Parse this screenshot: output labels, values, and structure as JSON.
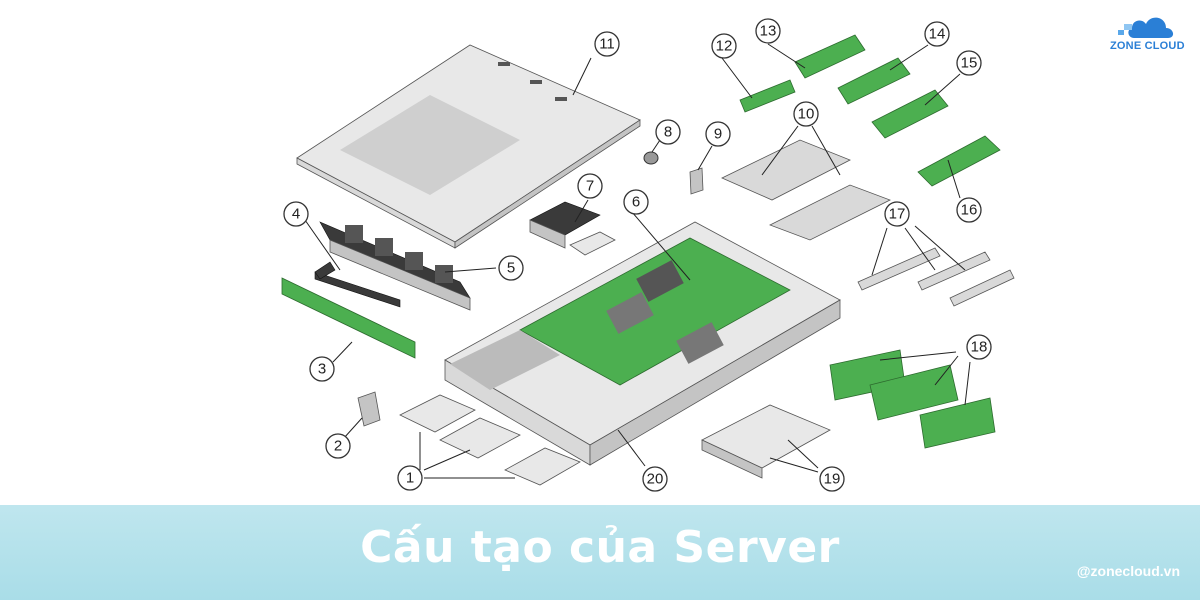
{
  "banner": {
    "title": "Cấu tạo của Server",
    "handle": "@zonecloud.vn",
    "background": "#a9dde8"
  },
  "logo": {
    "text": "ZONE CLOUD",
    "color": "#2a7fd6"
  },
  "diagram": {
    "callouts": [
      "1",
      "2",
      "3",
      "4",
      "5",
      "6",
      "7",
      "8",
      "9",
      "10",
      "11",
      "12",
      "13",
      "14",
      "15",
      "16",
      "17",
      "18",
      "19",
      "20"
    ]
  }
}
